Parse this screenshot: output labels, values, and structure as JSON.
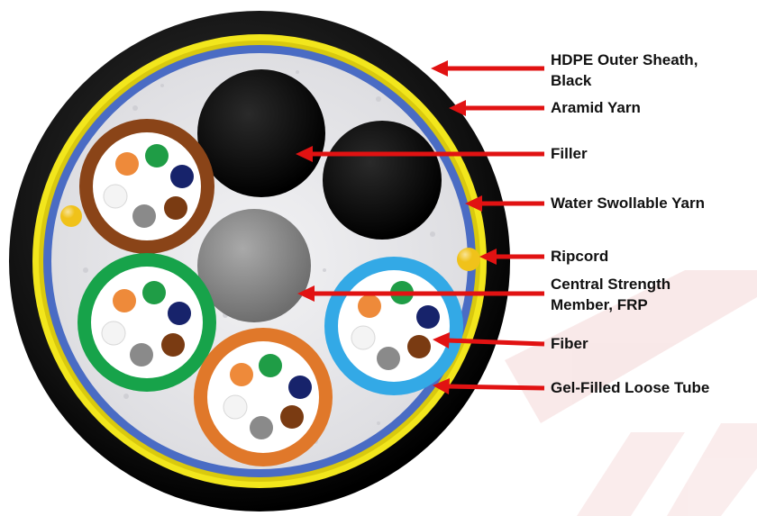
{
  "labels": {
    "hdpe_sheath_line1": "HDPE Outer Sheath,",
    "hdpe_sheath_line2": "Black",
    "aramid_yarn": "Aramid Yarn",
    "filler": "Filler",
    "water_swellable_yarn": "Water Swollable Yarn",
    "ripcord": "Ripcord",
    "central_strength_line1": "Central Strength",
    "central_strength_line2": "Member, FRP",
    "fiber": "Fiber",
    "loose_tube": "Gel-Filled Loose Tube"
  },
  "colors": {
    "arrow": "#e11212",
    "outer_sheath": "#0b0b0b",
    "aramid_yarn": "#f2e61c",
    "water_swellable_yarn": "#4a6cc4",
    "filler_gel": "#e9e9ec",
    "filler_rod": "#0a0a0a",
    "central_member": "#8c8c8c",
    "ripcord": "#f0c21a",
    "tube_brown": "#8a4418",
    "tube_green": "#17a34a",
    "tube_blue": "#33a9e6",
    "tube_orange": "#e0782a",
    "fiber_colors": [
      "#ee8a3a",
      "#1f9d46",
      "#17236b",
      "#f4f4f4",
      "#8a8a8a",
      "#7a3b12"
    ],
    "watermark": "#f3d4d4"
  },
  "icons": [
    "arrow-icon"
  ]
}
